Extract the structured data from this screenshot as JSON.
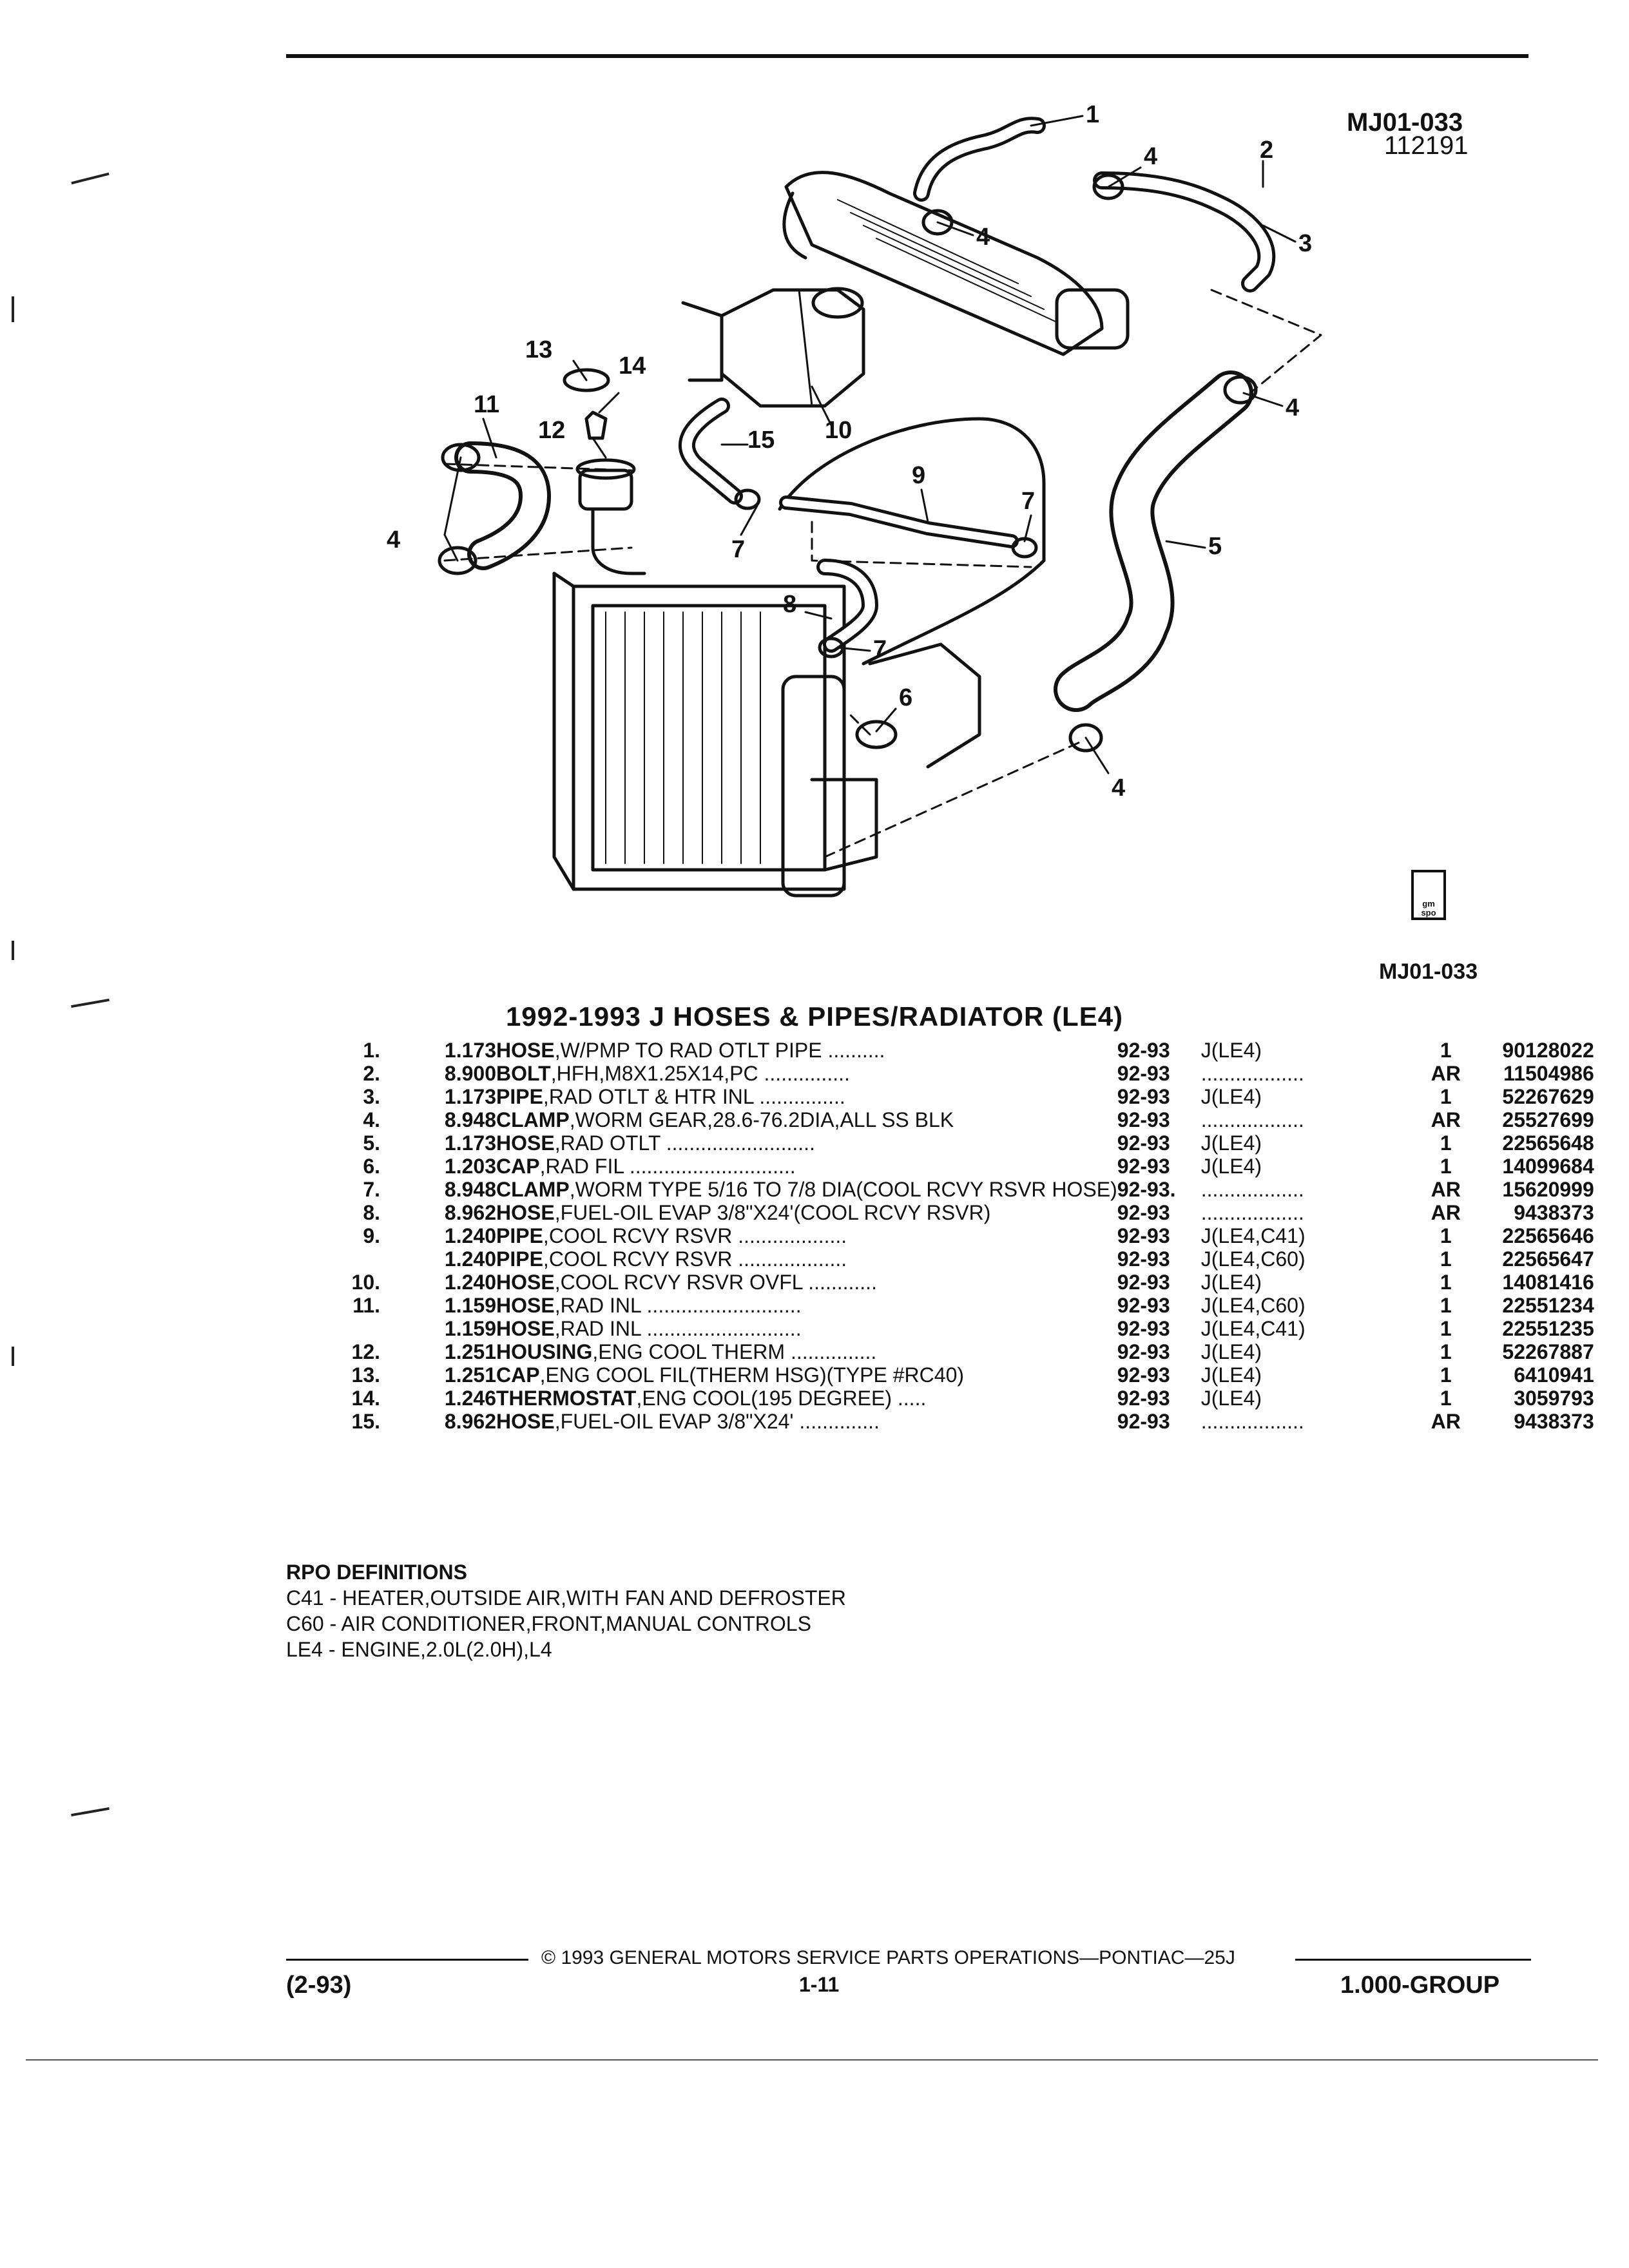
{
  "header": {
    "code": "MJ01-033",
    "date_code": "112191",
    "figure_code": "MJ01-033"
  },
  "diagram": {
    "callouts": [
      "1",
      "2",
      "3",
      "4",
      "5",
      "6",
      "7",
      "8",
      "9",
      "10",
      "11",
      "12",
      "13",
      "14",
      "15"
    ],
    "badge_text": "gm spo"
  },
  "title": "1992-1993 J HOSES & PIPES/RADIATOR (LE4)",
  "parts": [
    {
      "item": "1.",
      "group": "1.173",
      "name": "HOSE",
      "desc": ",W/PMP TO RAD OTLT PIPE ..........",
      "years": "92-93",
      "option": "J(LE4)",
      "qty": "1",
      "part": "90128022"
    },
    {
      "item": "2.",
      "group": "8.900",
      "name": "BOLT",
      "desc": ",HFH,M8X1.25X14,PC ...............",
      "years": "92-93",
      "option": "..................",
      "qty": "AR",
      "part": "11504986"
    },
    {
      "item": "3.",
      "group": "1.173",
      "name": "PIPE",
      "desc": ",RAD OTLT & HTR INL ...............",
      "years": "92-93",
      "option": "J(LE4)",
      "qty": "1",
      "part": "52267629"
    },
    {
      "item": "4.",
      "group": "8.948",
      "name": "CLAMP",
      "desc": ",WORM GEAR,28.6-76.2DIA,ALL SS BLK",
      "years": "92-93",
      "option": "..................",
      "qty": "AR",
      "part": "25527699"
    },
    {
      "item": "5.",
      "group": "1.173",
      "name": "HOSE",
      "desc": ",RAD OTLT ..........................",
      "years": "92-93",
      "option": "J(LE4)",
      "qty": "1",
      "part": "22565648"
    },
    {
      "item": "6.",
      "group": "1.203",
      "name": "CAP",
      "desc": ",RAD FIL .............................",
      "years": "92-93",
      "option": "J(LE4)",
      "qty": "1",
      "part": "14099684"
    },
    {
      "item": "7.",
      "group": "8.948",
      "name": "CLAMP",
      "desc": ",WORM TYPE 5/16 TO 7/8 DIA(COOL RCVY RSVR HOSE)",
      "years": "92-93.",
      "option": "..................",
      "qty": "AR",
      "part": "15620999"
    },
    {
      "item": "8.",
      "group": "8.962",
      "name": "HOSE",
      "desc": ",FUEL-OIL EVAP 3/8\"X24'(COOL RCVY RSVR)",
      "years": "92-93",
      "option": "..................",
      "qty": "AR",
      "part": "9438373"
    },
    {
      "item": "9.",
      "group": "1.240",
      "name": "PIPE",
      "desc": ",COOL RCVY RSVR ...................",
      "years": "92-93",
      "option": "J(LE4,C41)",
      "qty": "1",
      "part": "22565646"
    },
    {
      "item": "",
      "group": "1.240",
      "name": "PIPE",
      "desc": ",COOL RCVY RSVR ...................",
      "years": "92-93",
      "option": "J(LE4,C60)",
      "qty": "1",
      "part": "22565647"
    },
    {
      "item": "10.",
      "group": "1.240",
      "name": "HOSE",
      "desc": ",COOL RCVY RSVR OVFL ............",
      "years": "92-93",
      "option": "J(LE4)",
      "qty": "1",
      "part": "14081416"
    },
    {
      "item": "11.",
      "group": "1.159",
      "name": "HOSE",
      "desc": ",RAD INL ...........................",
      "years": "92-93",
      "option": "J(LE4,C60)",
      "qty": "1",
      "part": "22551234"
    },
    {
      "item": "",
      "group": "1.159",
      "name": "HOSE",
      "desc": ",RAD INL ...........................",
      "years": "92-93",
      "option": "J(LE4,C41)",
      "qty": "1",
      "part": "22551235"
    },
    {
      "item": "12.",
      "group": "1.251",
      "name": "HOUSING",
      "desc": ",ENG COOL THERM ...............",
      "years": "92-93",
      "option": "J(LE4)",
      "qty": "1",
      "part": "52267887"
    },
    {
      "item": "13.",
      "group": "1.251",
      "name": "CAP",
      "desc": ",ENG COOL FIL(THERM HSG)(TYPE #RC40)",
      "years": "92-93",
      "option": "J(LE4)",
      "qty": "1",
      "part": "6410941"
    },
    {
      "item": "14.",
      "group": "1.246",
      "name": "THERMOSTAT",
      "desc": ",ENG COOL(195 DEGREE) .....",
      "years": "92-93",
      "option": "J(LE4)",
      "qty": "1",
      "part": "3059793"
    },
    {
      "item": "15.",
      "group": "8.962",
      "name": "HOSE",
      "desc": ",FUEL-OIL EVAP 3/8\"X24' ..............",
      "years": "92-93",
      "option": "..................",
      "qty": "AR",
      "part": "9438373"
    }
  ],
  "rpo": {
    "heading": "RPO DEFINITIONS",
    "lines": [
      "C41 - HEATER,OUTSIDE AIR,WITH FAN AND DEFROSTER",
      "C60 - AIR CONDITIONER,FRONT,MANUAL CONTROLS",
      "LE4 - ENGINE,2.0L(2.0H),L4"
    ]
  },
  "footer": {
    "copyright": "© 1993 GENERAL MOTORS SERVICE PARTS OPERATIONS—PONTIAC—25J",
    "revision": "(2-93)",
    "page": "1-11",
    "group": "1.000-GROUP"
  }
}
